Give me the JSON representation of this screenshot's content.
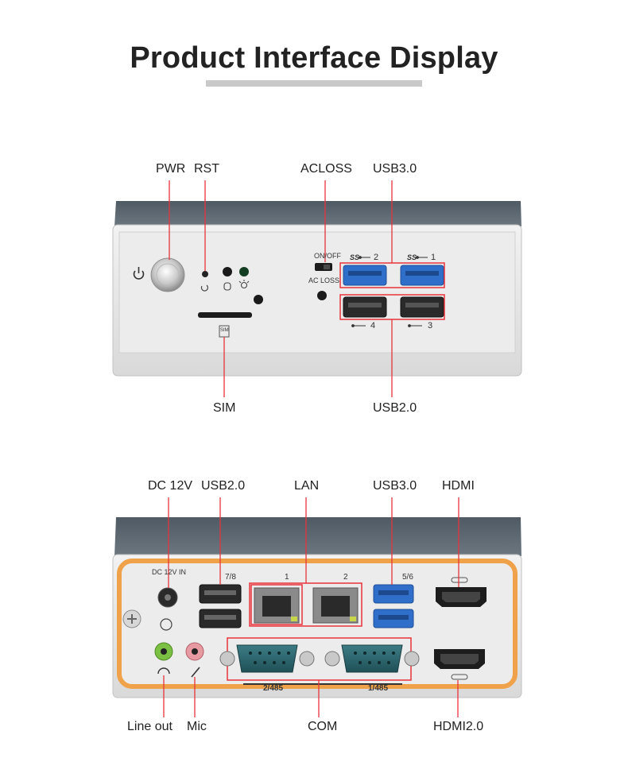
{
  "title": "Product Interface Display",
  "front_labels": {
    "pwr": "PWR",
    "rst": "RST",
    "acloss": "ACLOSS",
    "usb30": "USB3.0",
    "sim": "SIM",
    "usb20": "USB2.0"
  },
  "front_marks": {
    "onoff": "ON/OFF",
    "acloss_small": "AC LOSS",
    "usb3_port_2": "2",
    "usb3_port_1": "1",
    "usb2_port_4": "4",
    "usb2_port_3": "3",
    "sim_icon": "SIM"
  },
  "rear_labels": {
    "dc12v": "DC 12V",
    "usb20": "USB2.0",
    "lan": "LAN",
    "usb30": "USB3.0",
    "hdmi": "HDMI",
    "line_out": "Line out",
    "mic": "Mic",
    "com": "COM",
    "hdmi20": "HDMI2.0"
  },
  "rear_marks": {
    "dc_in": "DC 12V IN",
    "usb2_ports": "7/8",
    "lan1": "1",
    "lan2": "2",
    "usb3_ports": "5/6",
    "com2": "2/485",
    "com1": "1/485"
  },
  "colors": {
    "callout": "#e8333a",
    "rear_frame": "#f0a24a",
    "usb3_blue": "#2f6fc9",
    "chassis_top": "#55616b"
  }
}
